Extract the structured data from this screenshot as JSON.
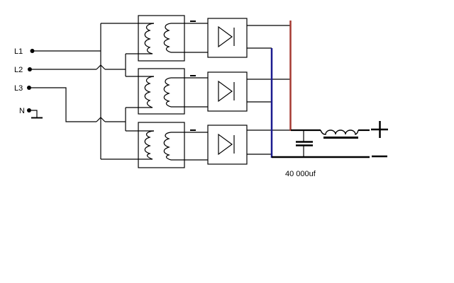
{
  "diagram": {
    "kind": "three-phase transformer rectifier power supply schematic",
    "background": "#ffffff"
  },
  "labels": {
    "l1": "L1",
    "l2": "L2",
    "l3": "L3",
    "neutral": "N",
    "capacitor_value": "40 000uf",
    "positive_terminal": "+",
    "negative_terminal": "-"
  },
  "colors": {
    "wire": "#000000",
    "positive_bus": "#a53a32",
    "negative_bus": "#1b1b8f",
    "text": "#000000",
    "background": "#ffffff"
  },
  "components": {
    "transformers": 3,
    "bridge_rectifiers": 3,
    "filter_parts": [
      "smoothing-capacitor",
      "filter-inductor"
    ]
  }
}
